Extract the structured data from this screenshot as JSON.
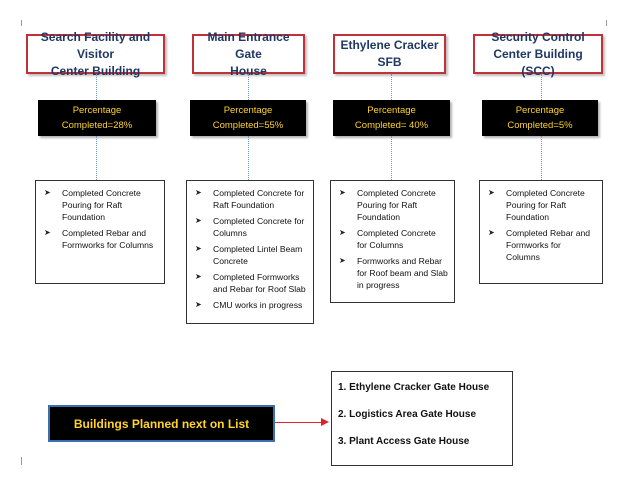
{
  "columns": [
    {
      "title": "Search Facility and Visitor\nCenter Building",
      "percentage_label": "Percentage",
      "completed_text": "Completed=28%",
      "items": [
        "Completed Concrete Pouring for Raft Foundation",
        "Completed Rebar and Formworks for Columns"
      ]
    },
    {
      "title": "Main Entrance Gate\nHouse",
      "percentage_label": "Percentage",
      "completed_text": "Completed=55%",
      "items": [
        "Completed Concrete for Raft Foundation",
        "Completed Concrete for Columns",
        "Completed Lintel Beam Concrete",
        "Completed Formworks and Rebar for Roof Slab",
        "CMU works in progress"
      ]
    },
    {
      "title": "Ethylene Cracker SFB",
      "percentage_label": "Percentage",
      "completed_text": "Completed= 40%",
      "items": [
        "Completed Concrete Pouring for Raft Foundation",
        "Completed Concrete for Columns",
        "Formworks and Rebar for Roof beam and Slab in progress"
      ]
    },
    {
      "title": "Security Control\nCenter Building (SCC)",
      "percentage_label": "Percentage",
      "completed_text": "Completed=5%",
      "items": [
        "Completed Concrete Pouring for Raft Foundation",
        "Completed Rebar and Formworks for Columns"
      ]
    }
  ],
  "planned": {
    "label": "Buildings Planned next on List",
    "items": [
      "1. Ethylene Cracker Gate House",
      "2. Logistics Area Gate House",
      "3. Plant Access Gate House"
    ]
  },
  "icons": {
    "bullet": "arrow-bullet-icon"
  },
  "colors": {
    "title_border": "#c0313a",
    "title_text": "#1f3864",
    "pct_background": "#000000",
    "pct_text": "#ffd32a",
    "connector": "#d9262e",
    "planned_border": "#3a6fb0"
  }
}
